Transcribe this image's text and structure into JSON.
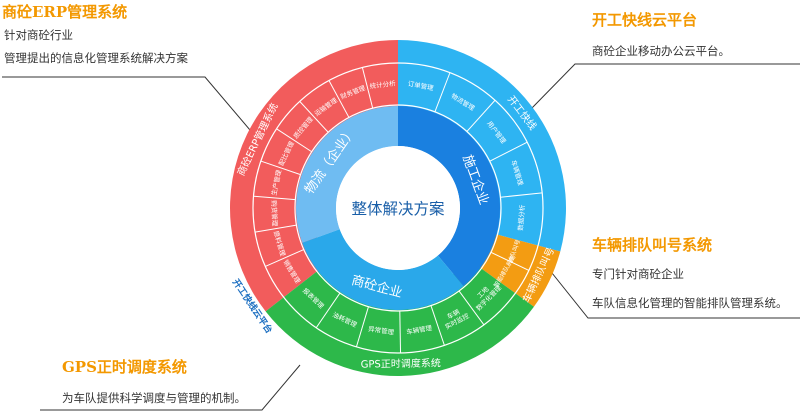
{
  "center": {
    "label": "整体解决方案"
  },
  "inner_ring": [
    {
      "id": "logistics",
      "label": "物流（企业）",
      "color": "#6fbcf2"
    },
    {
      "id": "construction",
      "label": "施工企业",
      "color": "#1a80e0"
    },
    {
      "id": "concrete",
      "label": "商砼企业",
      "color": "#2aa8ea"
    }
  ],
  "outer_ring": [
    {
      "id": "erp",
      "label": "商砼ERP管理系统",
      "color": "#f25c5c",
      "items": [
        "销售管理",
        "原料管理",
        "购货管理",
        "生产管理",
        "配比管理",
        "质控管理",
        "运输管理",
        "财务管理",
        "统计分析"
      ]
    },
    {
      "id": "kg",
      "label": "开工快线",
      "color": "#2eb4f2",
      "items": [
        "订单管理",
        "物流管理",
        "用户管理",
        "车辆管理",
        "数据分析"
      ]
    },
    {
      "id": "queue",
      "label": "车辆排队叫号",
      "color": "#f39c12",
      "items": [
        "排队叫号",
        "智能排队系统"
      ]
    },
    {
      "id": "gps",
      "label": "GPS正时调度系统",
      "color": "#2db84a",
      "items": [
        "工地\n数字化管理",
        "车辆\n实时监控",
        "车辆管理",
        "异常管理",
        "油耗管理",
        "报表管理"
      ]
    }
  ],
  "side_label": "开工快线云平台",
  "callouts": {
    "erp": {
      "title": "商砼ERP管理系统",
      "lines": [
        "针对商砼行业",
        "管理提出的信息化管理系统解决方案"
      ]
    },
    "kg": {
      "title": "开工快线云平台",
      "lines": [
        "商砼企业移动办公云平台。"
      ]
    },
    "queue": {
      "title": "车辆排队叫号系统",
      "lines": [
        "专门针对商砼企业",
        "车队信息化管理的智能排队管理系统。"
      ]
    },
    "gps": {
      "title": "GPS正时调度系统",
      "lines": [
        "为车队提供科学调度与管理的机制。"
      ]
    }
  }
}
